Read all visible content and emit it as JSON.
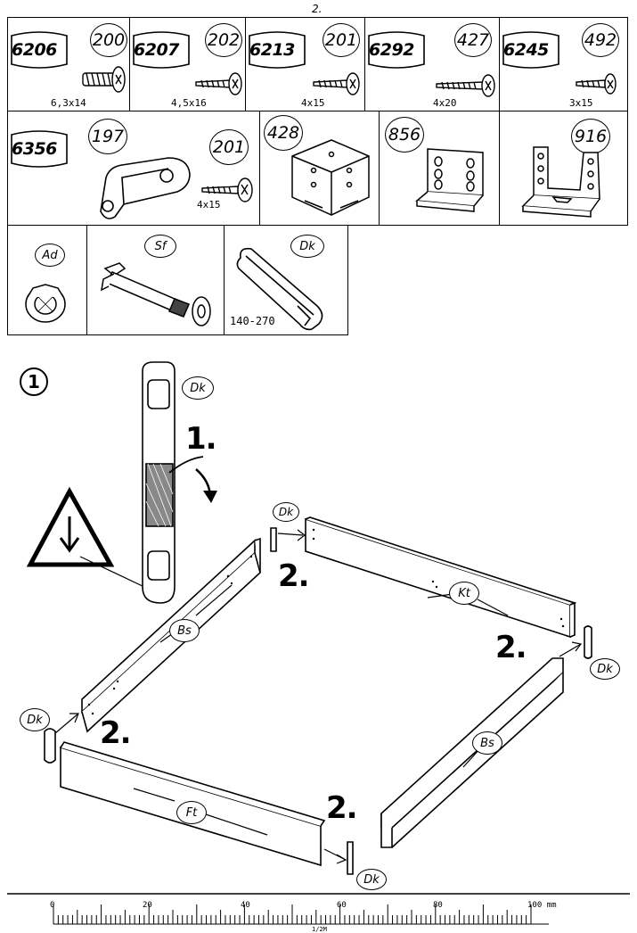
{
  "page_number": "2.",
  "hardware": [
    {
      "code": "6206",
      "qty": "200",
      "size": "6,3x14"
    },
    {
      "code": "6207",
      "qty": "202",
      "size": "4,5x16"
    },
    {
      "code": "6213",
      "qty": "201",
      "size": "4x15"
    },
    {
      "code": "6292",
      "qty": "427",
      "size": "4x20"
    },
    {
      "code": "6245",
      "qty": "492",
      "size": "3x15"
    }
  ],
  "row2": {
    "bag_code": "6356",
    "bracket_qty": "197",
    "screw_qty": "201",
    "screw_size": "4x15",
    "corner_qty": "428",
    "plate_qty": "856",
    "angle_qty": "916"
  },
  "row3": {
    "ad_label": "Ad",
    "sf_label": "Sf",
    "dk_label": "Dk",
    "dk_range": "140-270"
  },
  "assembly": {
    "step_number": "1",
    "dk": "Dk",
    "step1": "1.",
    "step2": "2.",
    "kt": "Kt",
    "bs": "Bs",
    "ft": "Ft"
  },
  "ruler": {
    "labels": [
      "0",
      "20",
      "40",
      "60",
      "80",
      "100 mm"
    ],
    "bottom_text": "1/2M"
  }
}
